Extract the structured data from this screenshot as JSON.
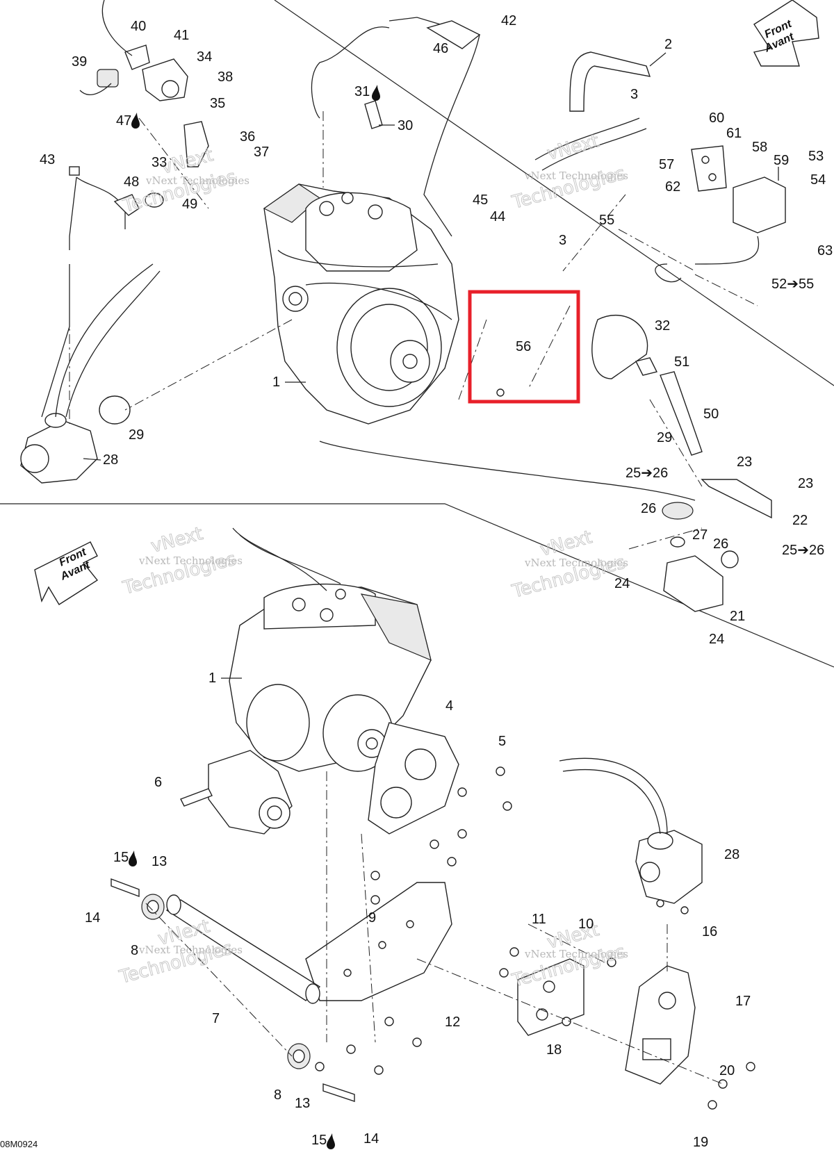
{
  "figure_ref": "08M0924",
  "watermark": [
    "vNext",
    "vNext Technologies",
    "Technologies"
  ],
  "front_arrow": {
    "line1": "Front",
    "line2": "Avant"
  },
  "highlight": {
    "color": "#e8202a",
    "part": "56"
  },
  "callouts": [
    "1",
    "2",
    "3",
    "4",
    "5",
    "6",
    "7",
    "8",
    "9",
    "10",
    "11",
    "12",
    "13",
    "14",
    "15",
    "16",
    "17",
    "18",
    "19",
    "20",
    "21",
    "22",
    "23",
    "24",
    "25➔26",
    "26",
    "27",
    "28",
    "29",
    "30",
    "31",
    "32",
    "33",
    "34",
    "35",
    "36",
    "37",
    "38",
    "39",
    "40",
    "41",
    "42",
    "43",
    "44",
    "45",
    "46",
    "47",
    "48",
    "49",
    "50",
    "51",
    "52➔55",
    "53",
    "54",
    "55",
    "56",
    "57",
    "58",
    "59",
    "60",
    "61",
    "62",
    "63"
  ],
  "fluid_icon": "droplet-icon"
}
